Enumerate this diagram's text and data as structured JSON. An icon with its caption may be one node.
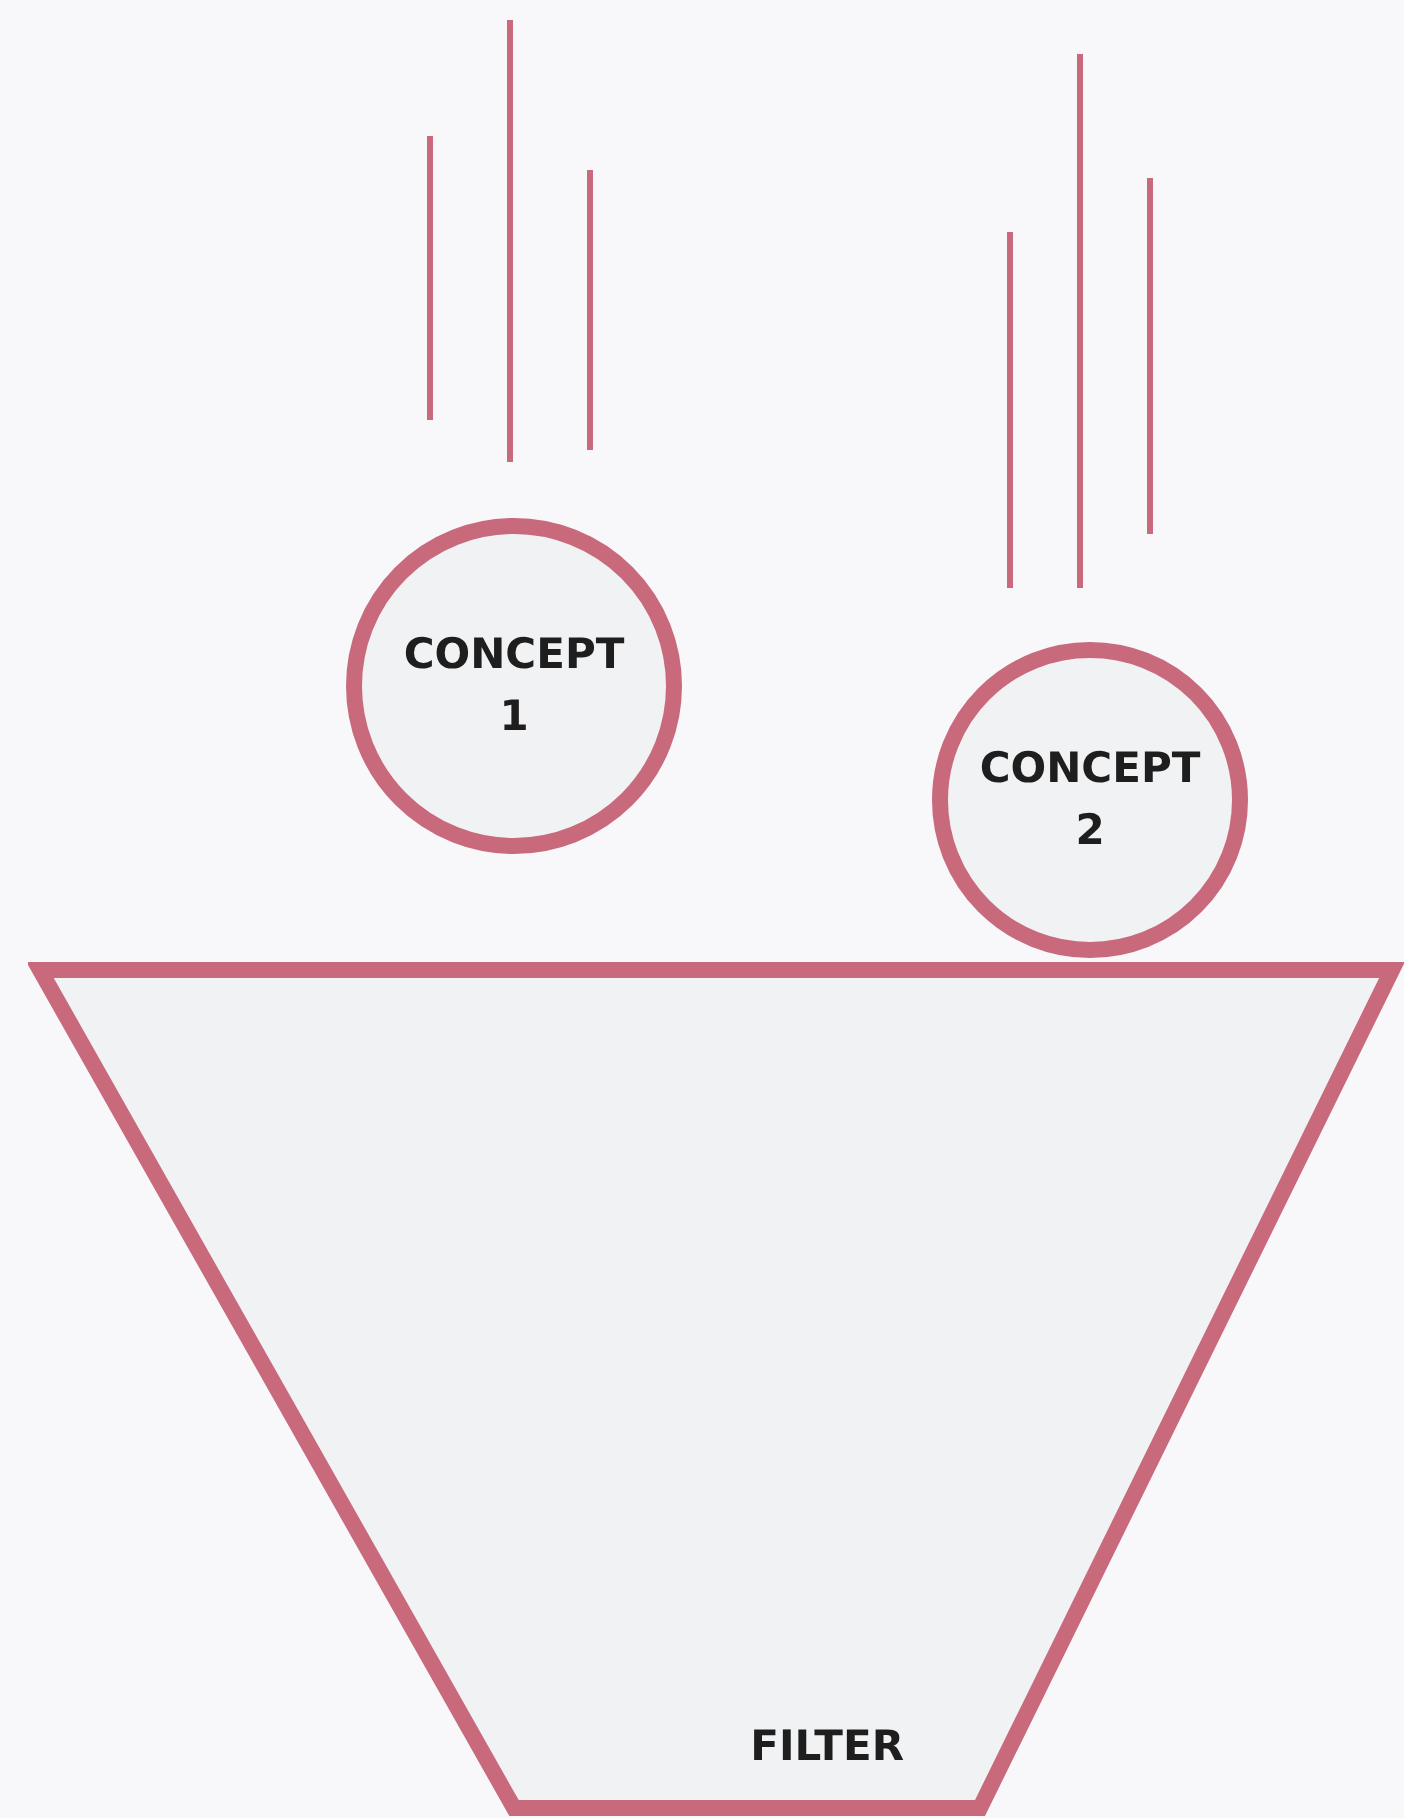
{
  "diagram": {
    "nodes": [
      {
        "text": [
          "CONCEPT 1"
        ]
      },
      {
        "text": [
          "CONCEPT 2"
        ]
      },
      {
        "text": [
          "FILTER"
        ]
      }
    ]
  }
}
